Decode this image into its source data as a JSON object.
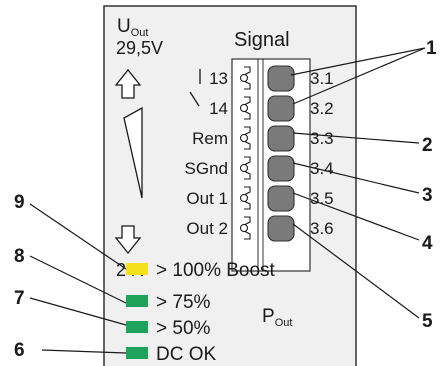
{
  "panel": {
    "u_out_main": "U",
    "u_out_sub": "Out",
    "u_max": "29,5V",
    "u_min": "24V",
    "signal_title": "Signal"
  },
  "terminal": {
    "left_labels": [
      "13",
      "14",
      "Rem",
      "SGnd",
      "Out 1",
      "Out 2"
    ],
    "pins": [
      "3.1",
      "3.2",
      "3.3",
      "3.4",
      "3.5",
      "3.6"
    ]
  },
  "leds": [
    {
      "label": "> 100% Boost",
      "color": "#f5e11a"
    },
    {
      "label": "> 75%",
      "color": "#1fa35a"
    },
    {
      "label": "> 50%",
      "color": "#1fa35a"
    },
    {
      "label": "DC OK",
      "color": "#1fa35a"
    }
  ],
  "p_out": {
    "main": "P",
    "sub": "Out"
  },
  "callouts": [
    "1",
    "2",
    "3",
    "4",
    "5",
    "6",
    "7",
    "8",
    "9"
  ],
  "colors": {
    "panel_bg": "#f0f0f0",
    "panel_border": "#333333",
    "pin_fill": "#7a7a7a",
    "line": "#1a1a1a"
  }
}
